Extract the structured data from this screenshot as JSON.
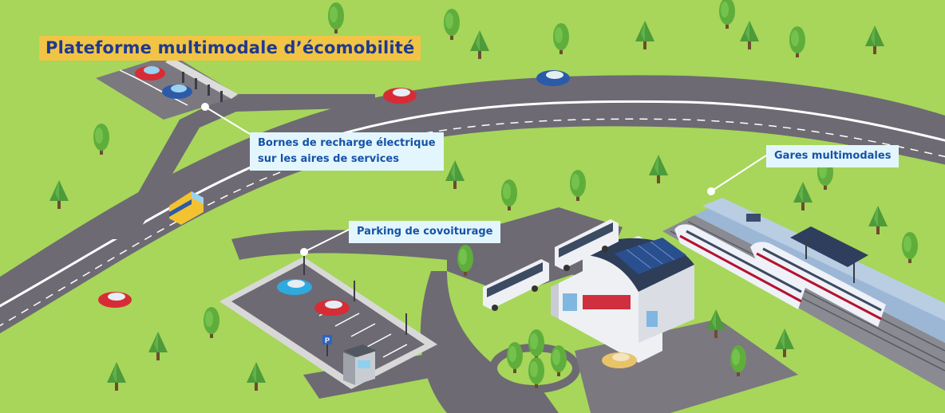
{
  "title": "Plateforme multimodale d’écomobilité",
  "callouts": {
    "charging": {
      "line1": "Bornes de recharge électrique",
      "line2": "sur les aires de services"
    },
    "stations": "Gares multimodales",
    "carpool": "Parking de covoiturage"
  },
  "colors": {
    "grass": "#a7d65a",
    "road": "#6d6a73",
    "title_bg": "#f2c445",
    "title_text": "#1e3a8f",
    "callout_bg": "#e4f6fd",
    "callout_text": "#1553a8"
  },
  "icons": [
    "parking-sign-icon",
    "solar-panel-icon",
    "car-icon",
    "bus-icon",
    "train-icon",
    "van-icon",
    "tree-icon"
  ]
}
